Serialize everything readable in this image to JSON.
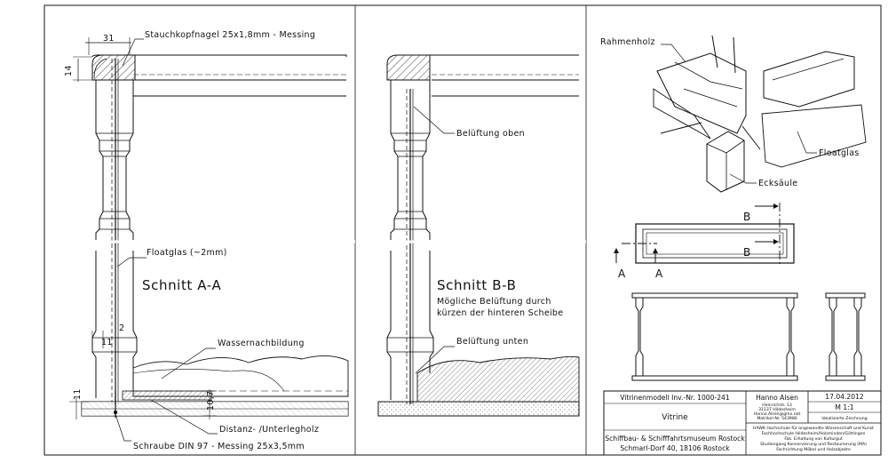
{
  "drawing": {
    "labels": {
      "nail": "Stauchkopfnagel 25x1,8mm - Messing",
      "dim_31": "31",
      "dim_14": "14",
      "floatglas_2mm": "Floatglas (~2mm)",
      "schnitt_aa": "Schnitt A-A",
      "dim_2": "2",
      "dim_11a": "11",
      "dim_11b": "11",
      "dim_107": "10,7",
      "wassernachbildung": "Wassernachbildung",
      "distanz": "Distanz- /Unterlegholz",
      "schraube": "Schraube DIN 97 - Messing 25x3,5mm",
      "beluftung_oben": "Belüftung oben",
      "schnitt_bb": "Schnitt B-B",
      "bb_note_1": "Mögliche Belüftung durch",
      "bb_note_2": "kürzen der hinteren Scheibe",
      "beluftung_unten": "Belüftung unten",
      "rahmenholz": "Rahmenholz",
      "floatglas": "Floatglas",
      "ecksaule": "Ecksäule",
      "sec_b_top": "B",
      "sec_b_bottom": "B",
      "sec_a_left": "A",
      "sec_a_right": "A"
    },
    "title_block": {
      "model": "Vitrinenmodell Inv.-Nr. 1000-241",
      "title": "Vitrine",
      "museum": "Schiffbau- & Schifffahrtsmuseum Rostock",
      "address": "Schmarl-Dorf 40, 18106 Rostock",
      "author": "Hanno Alsen",
      "author_l1": "Heinrichstr. 13",
      "author_l2": "31137 Hildesheim",
      "author_l3": "Hanno.Alsen@gmx.net",
      "author_l4": "Matrikel-Nr. 543986",
      "date": "17.04.2012",
      "scale": "M 1:1",
      "status": "Idealisierte Zeichnung",
      "school_l1": "HAWK Hochschule für angewandte Wissenschaft und Kunst",
      "school_l2": "Fachhochschule Hildesheim/Holzminden/Göttingen",
      "school_l3": "Fak. Erhaltung von Kulturgut",
      "school_l4": "Studiengang Konservierung und Restaurierung (MA)",
      "school_l5": "Fachrichtung Möbel und Holzobjekte"
    }
  }
}
